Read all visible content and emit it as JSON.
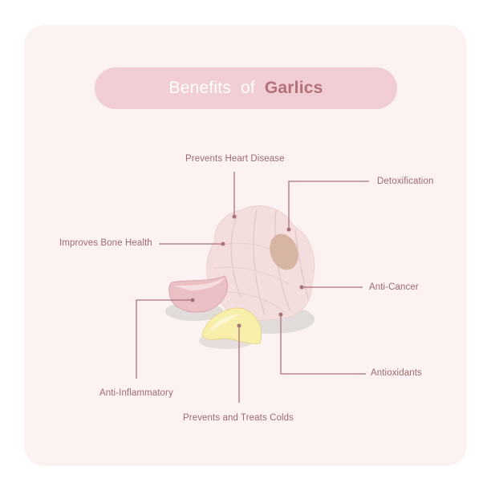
{
  "title": {
    "word1": "Benefits",
    "word2": "of",
    "word3": "Garlics"
  },
  "benefits": {
    "heart": "Prevents Heart Disease",
    "detox": "Detoxification",
    "bone": "Improves Bone Health",
    "cancer": "Anti-Cancer",
    "antioxidants": "Antioxidants",
    "inflammatory": "Anti-Inflammatory",
    "colds": "Prevents and Treats Colds"
  },
  "colors": {
    "card": "#fcf2f1",
    "pill": "#f0ced3",
    "accent": "#b3707b",
    "line": "#a7727a",
    "bulb": "#f2dbdb",
    "clove_pink": "#e8b8bd",
    "clove_yellow": "#f7eda9"
  }
}
